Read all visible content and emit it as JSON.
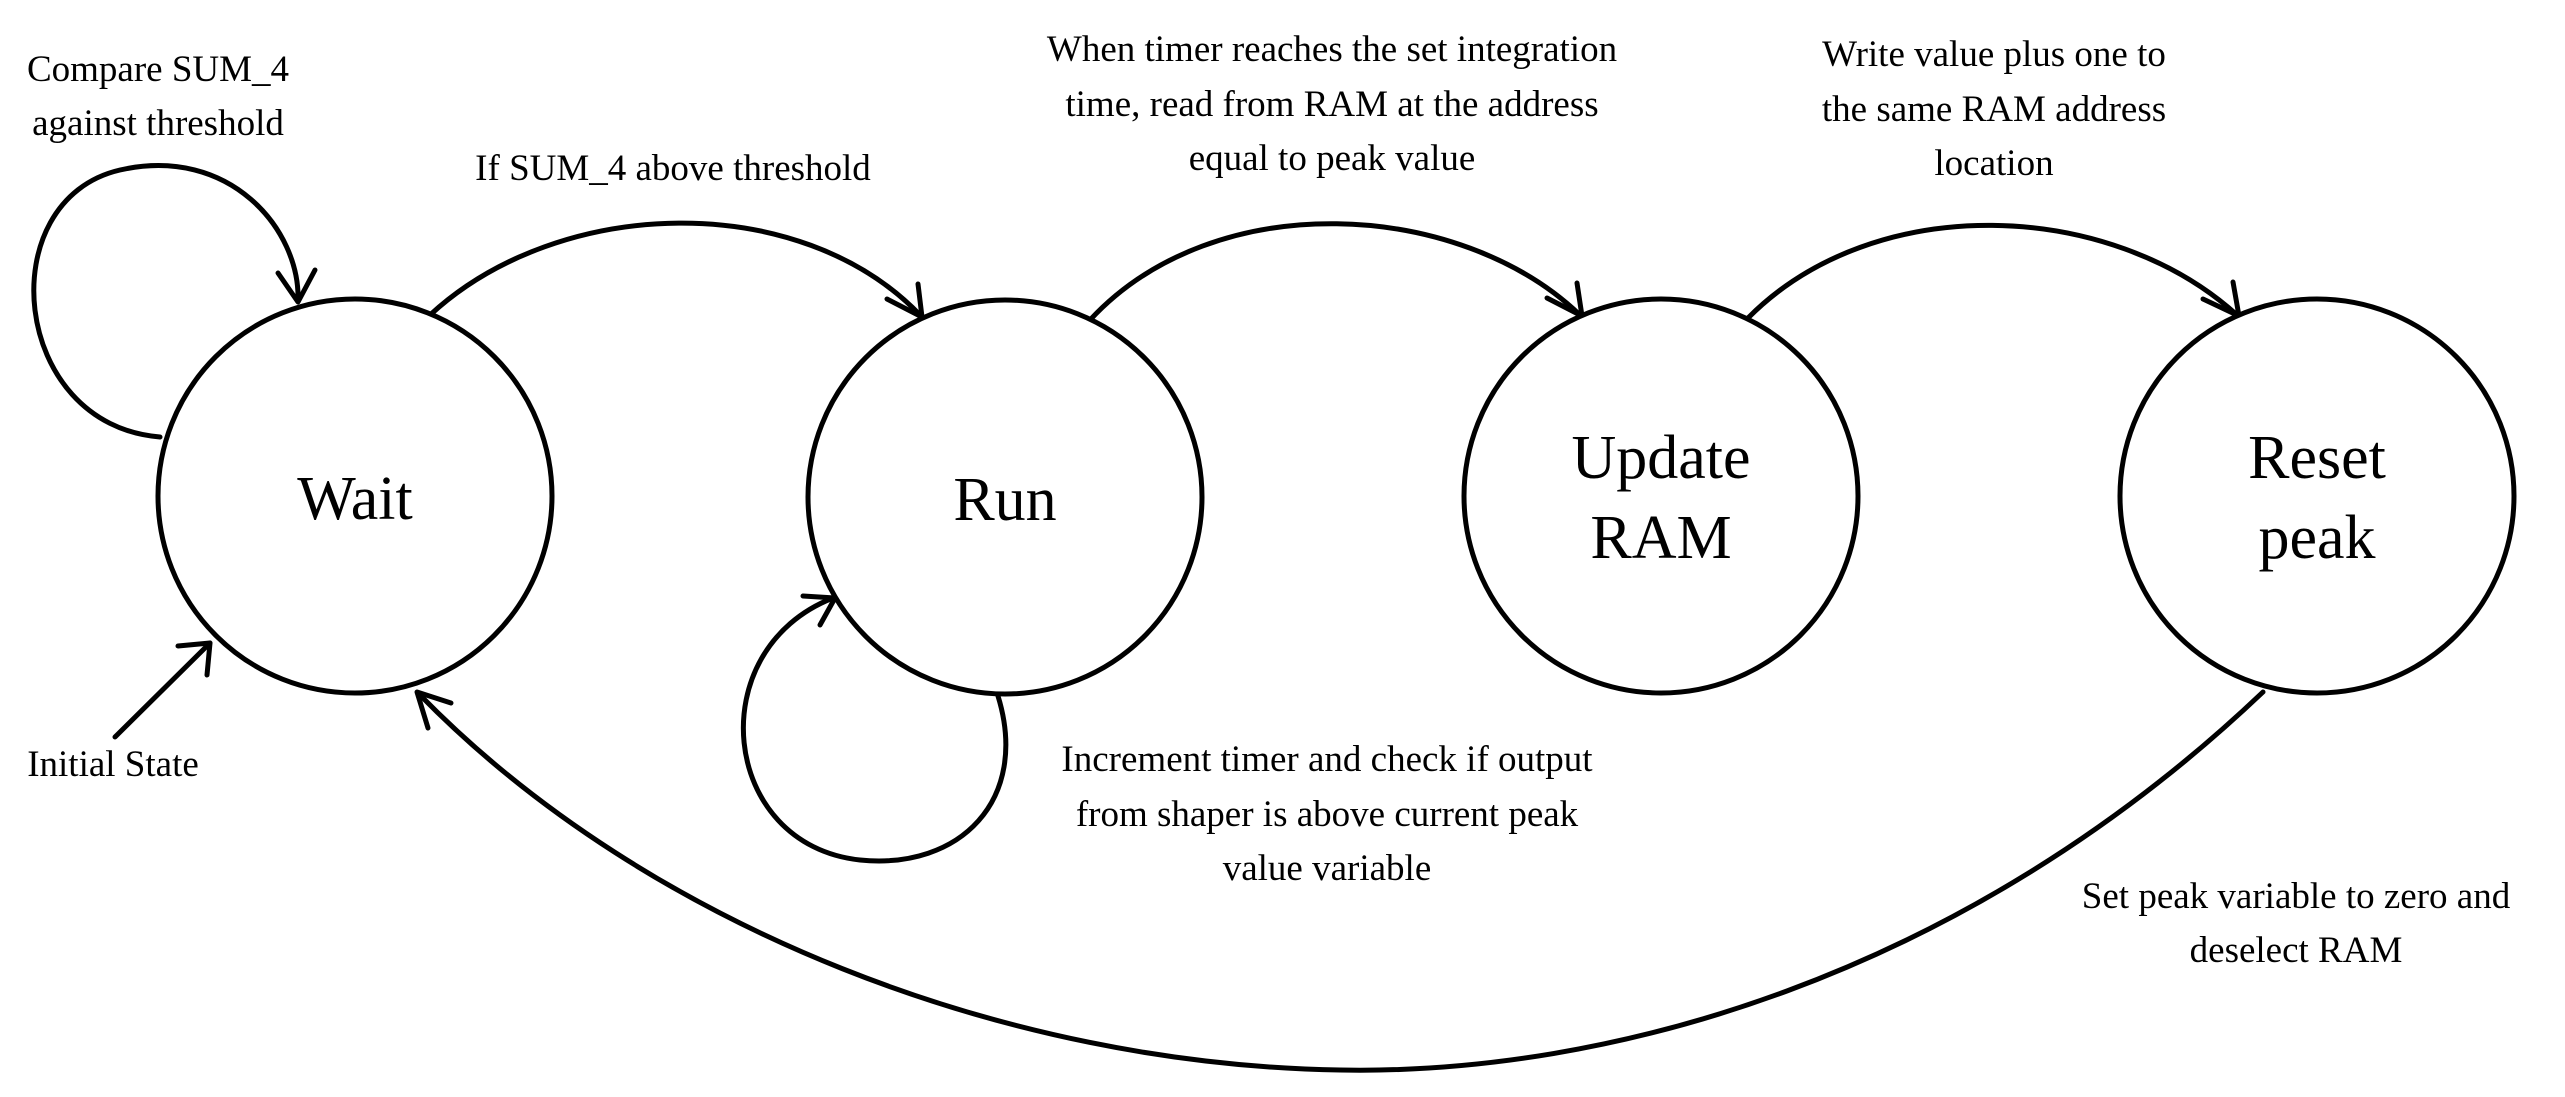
{
  "states": {
    "wait": {
      "lines": [
        "Wait"
      ]
    },
    "run": {
      "lines": [
        "Run"
      ]
    },
    "update_ram": {
      "lines": [
        "Update",
        "RAM"
      ]
    },
    "reset_peak": {
      "lines": [
        "Reset",
        "peak"
      ]
    }
  },
  "labels": {
    "wait_self": {
      "lines": [
        "Compare SUM_4",
        "against threshold"
      ]
    },
    "wait_to_run": {
      "lines": [
        "If SUM_4 above threshold"
      ]
    },
    "run_self": {
      "lines": [
        "Increment timer and check if output",
        "from shaper is above current peak",
        "value variable"
      ]
    },
    "run_to_update": {
      "lines": [
        "When timer reaches the set integration",
        "time, read from RAM at the address",
        "equal to peak value"
      ]
    },
    "update_to_reset": {
      "lines": [
        "Write value plus one to",
        "the same RAM address",
        "location"
      ]
    },
    "reset_to_wait": {
      "lines": [
        "Set peak variable to zero and",
        "deselect RAM"
      ]
    },
    "initial": {
      "lines": [
        "Initial State"
      ]
    }
  }
}
